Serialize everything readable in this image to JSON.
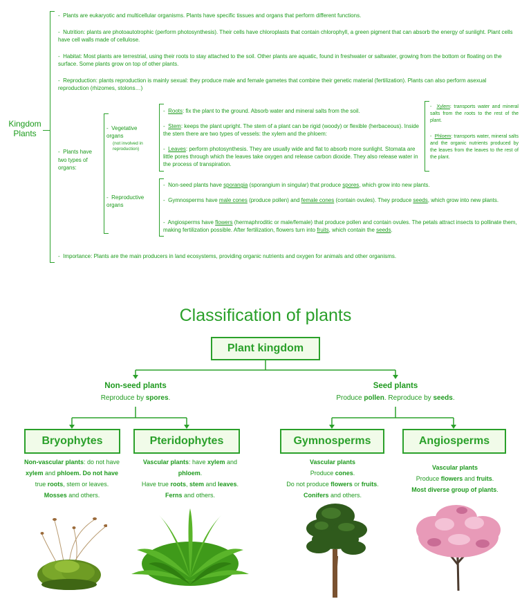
{
  "mindmap": {
    "root": "Kingdom Plants",
    "points": [
      "Plants are eukaryotic and multicellular organisms. Plants have specific tissues and organs that perform different functions.",
      "Nutrition: plants are photoautotrophic (perform photosynthesis). Their cells have chloroplasts that contain chlorophyll, a green pigment that can absorb the energy of sunlight. Plant cells have cell walls made of cellulose.",
      "Habitat: Most plants are terrestrial, using their roots to stay attached to the soil. Other plants are aquatic, found in freshwater or saltwater, growing from the bottom or floating on the surface. Some plants grow on top of other plants.",
      "Reproduction: plants reproduction is mainly sexual: they produce male and female gametes that combine their genetic material (fertilization). Plants can also perform asexual reproduction (rhizomes, stolons…)",
      "Importance: Plants are the main producers in land ecosystems, providing organic nutrients and oxygen for animals and other organisms."
    ],
    "organs_label": "Plants have two types of organs:",
    "vegetative": {
      "label": "Vegetative organs",
      "note": "(not involved in reproduction)",
      "roots_term": "Roots",
      "roots_text": ": fix the plant to the ground. Absorb water and mineral salts from the soil.",
      "stem_term": "Stem",
      "stem_text": ": keeps the plant upright. The stem of a plant can be rigid (woody) or flexible (herbaceous). Inside the stem there are two types of vessels: the xylem and the phloem:",
      "leaves_term": "Leaves",
      "leaves_text": ": perform photosynthesis. They are usually wide and flat to absorb more sunlight. Stomata are little pores through which the leaves take oxygen and release carbon dioxide. They also release water in the process of transpiration.",
      "xylem_term": "Xylem",
      "xylem_text": ": transports water and mineral salts from the roots to the rest of the plant.",
      "phloem_term": "Phloem",
      "phloem_text": ": transports water, mineral salts and the organic nutrients produced by the leaves from the leaves to the rest of the plant."
    },
    "reproductive": {
      "label": "Reproductive organs",
      "r1a": "Non-seed plants have ",
      "r1b": "sporangia",
      "r1c": " (sporangium in singular) that produce ",
      "r1d": "spores",
      "r1e": ", which grow into new plants.",
      "r2a": "Gymnosperms have ",
      "r2b": "male cones",
      "r2c": " (produce pollen) and ",
      "r2d": "female cones",
      "r2e": " (contain ovules). They produce ",
      "r2f": "seeds",
      "r2g": ", which grow into new plants.",
      "r3a": "Angiosperms have ",
      "r3b": "flowers",
      "r3c": " (hermaphroditic or male/female) that produce pollen and contain ovules. The petals attract insects to pollinate them, making fertilization possible. After fertilization, flowers turn into ",
      "r3d": "fruits",
      "r3e": ", which contain the ",
      "r3f": "seeds",
      "r3g": "."
    }
  },
  "classification": {
    "title": "Classification of plants",
    "root": "Plant kingdom",
    "nonseed": {
      "label": "Non-seed plants",
      "sub_a": "Reproduce by ",
      "sub_b": "spores",
      "sub_c": "."
    },
    "seed": {
      "label": "Seed plants",
      "sub_a": "Produce ",
      "sub_b": "pollen",
      "sub_c": ". Reproduce by ",
      "sub_d": "seeds",
      "sub_e": "."
    },
    "groups": {
      "bryophytes": {
        "name": "Bryophytes",
        "l1a": "Non-vascular plants",
        "l1b": ": do not have",
        "l2a": "xylem",
        "l2b": " and ",
        "l2c": "phloem",
        "l2d": ". Do not have",
        "l3a": "true ",
        "l3b": "roots",
        "l3c": ", stem or leaves.",
        "l4a": "Mosses",
        "l4b": " and others."
      },
      "pteridophytes": {
        "name": "Pteridophytes",
        "l1a": "Vascular plants",
        "l1b": ":  have ",
        "l1c": "xylem",
        "l1d": " and",
        "l2a": "phloem",
        "l2b": ".",
        "l3a": "Have true ",
        "l3b": "roots",
        "l3c": ", ",
        "l3d": "stem",
        "l3e": " and ",
        "l3f": "leaves",
        "l3g": ".",
        "l4a": "Ferns",
        "l4b": " and others."
      },
      "gymnosperms": {
        "name": "Gymnosperms",
        "l1": "Vascular plants",
        "l2a": "Produce ",
        "l2b": "cones",
        "l2c": ".",
        "l3a": "Do not produce ",
        "l3b": "flowers",
        "l3c": " or ",
        "l3d": "fruits",
        "l3e": ".",
        "l4a": "Conifers",
        "l4b": " and others."
      },
      "angiosperms": {
        "name": "Angiosperms",
        "l1": "Vascular plants",
        "l2a": "Produce ",
        "l2b": "flowers",
        "l2c": " and ",
        "l2d": "fruits",
        "l2e": ".",
        "l3a": "Most diverse group of plants",
        "l3b": "."
      }
    }
  },
  "colors": {
    "green": "#2aa02a",
    "box_fill": "#f1fbe9",
    "text": "#1b9a1b"
  }
}
